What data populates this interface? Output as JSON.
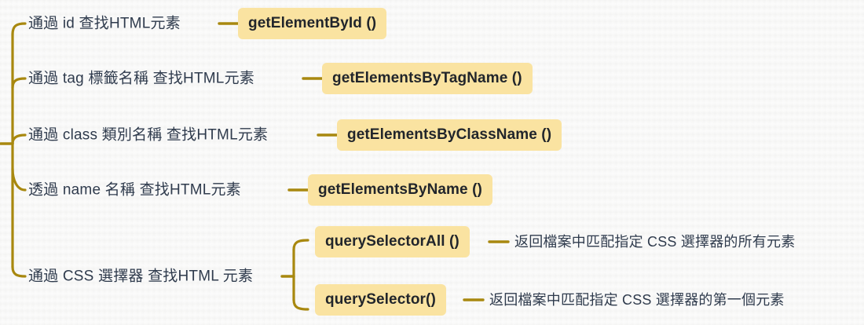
{
  "theme": {
    "background": "#f8f8f7",
    "bracket_color": "#a8880f",
    "connector_color": "#a8880f",
    "pill_background": "#fae3a1",
    "pill_text": "#21252b",
    "label_text": "#2f3b4d"
  },
  "diagram": {
    "type": "mind-map-bracket",
    "root_stub": true,
    "branches": [
      {
        "label": "通過 id 查找HTML元素",
        "method": "getElementById ()"
      },
      {
        "label": "通過 tag 標籤名稱 查找HTML元素",
        "method": "getElementsByTagName ()"
      },
      {
        "label": "通過 class 類別名稱 查找HTML元素",
        "method": "getElementsByClassName ()"
      },
      {
        "label": "透過 name 名稱 查找HTML元素",
        "method": "getElementsByName ()"
      },
      {
        "label": "通過 CSS 選擇器 查找HTML 元素",
        "children": [
          {
            "method": "querySelectorAll ()",
            "description": "返回檔案中匹配指定 CSS 選擇器的所有元素"
          },
          {
            "method": "querySelector()",
            "description": "返回檔案中匹配指定 CSS 選擇器的第一個元素"
          }
        ]
      }
    ]
  }
}
